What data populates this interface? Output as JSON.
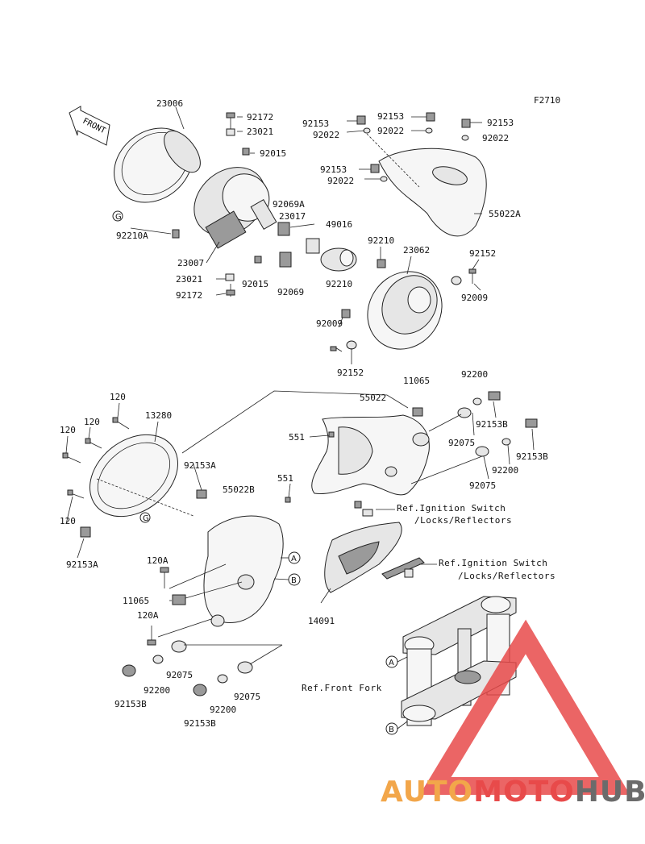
{
  "figure_code": "F2710",
  "front_label": "FRONT",
  "labels": {
    "p23006": "23006",
    "p92172_top": "92172",
    "p23021_top": "23021",
    "p92015_top": "92015",
    "p92069A": "92069A",
    "p23017": "23017",
    "p49016": "49016",
    "p92210A": "92210A",
    "p23007": "23007",
    "p23021_bot": "23021",
    "p92172_bot": "92172",
    "p92015_bot": "92015",
    "p92069": "92069",
    "p92210_mid": "92210",
    "p92153_a": "92153",
    "p92022_a": "92022",
    "p92153_b": "92153",
    "p92022_b": "92022",
    "p92153_c": "92153",
    "p92022_c": "92022",
    "p92153_d": "92153",
    "p92022_d": "92022",
    "p55022A": "55022A",
    "p92210_r": "92210",
    "p23062": "23062",
    "p92152_r": "92152",
    "p92009_r": "92009",
    "p92009_l": "92009",
    "p92152_b": "92152",
    "p11065_top": "11065",
    "p55022": "55022",
    "p92200_t": "92200",
    "p120_a": "120",
    "p13280": "13280",
    "p120_b": "120",
    "p120_c": "120",
    "p551_a": "551",
    "p92153B_a": "92153B",
    "p92153B_b": "92153B",
    "p92075_a": "92075",
    "p92200_m": "92200",
    "p92075_b": "92075",
    "p92153A_a": "92153A",
    "p551_b": "551",
    "p55022B": "55022B",
    "p120_d": "120",
    "p92153A_b": "92153A",
    "p120A_a": "120A",
    "p11065_b": "11065",
    "p120A_b": "120A",
    "p14091": "14091",
    "p92075_c": "92075",
    "p92200_c": "92200",
    "p92153B_c": "92153B",
    "p92075_d": "92075",
    "p92200_d": "92200",
    "p92153B_d": "92153B"
  },
  "refs": {
    "ignition_1a": "Ref.Ignition Switch",
    "ignition_1b": "/Locks/Reflectors",
    "ignition_2a": "Ref.Ignition Switch",
    "ignition_2b": "/Locks/Reflectors",
    "front_fork": "Ref.Front Fork"
  },
  "markers": {
    "G": "G",
    "A": "A",
    "B": "B"
  },
  "watermark": {
    "part1": "AUTO",
    "part2": "MOTO",
    "part3": "HUB",
    "colors": {
      "orange": "#f2a64a",
      "red": "#e84a4a",
      "gray": "#6b6b6b"
    }
  }
}
